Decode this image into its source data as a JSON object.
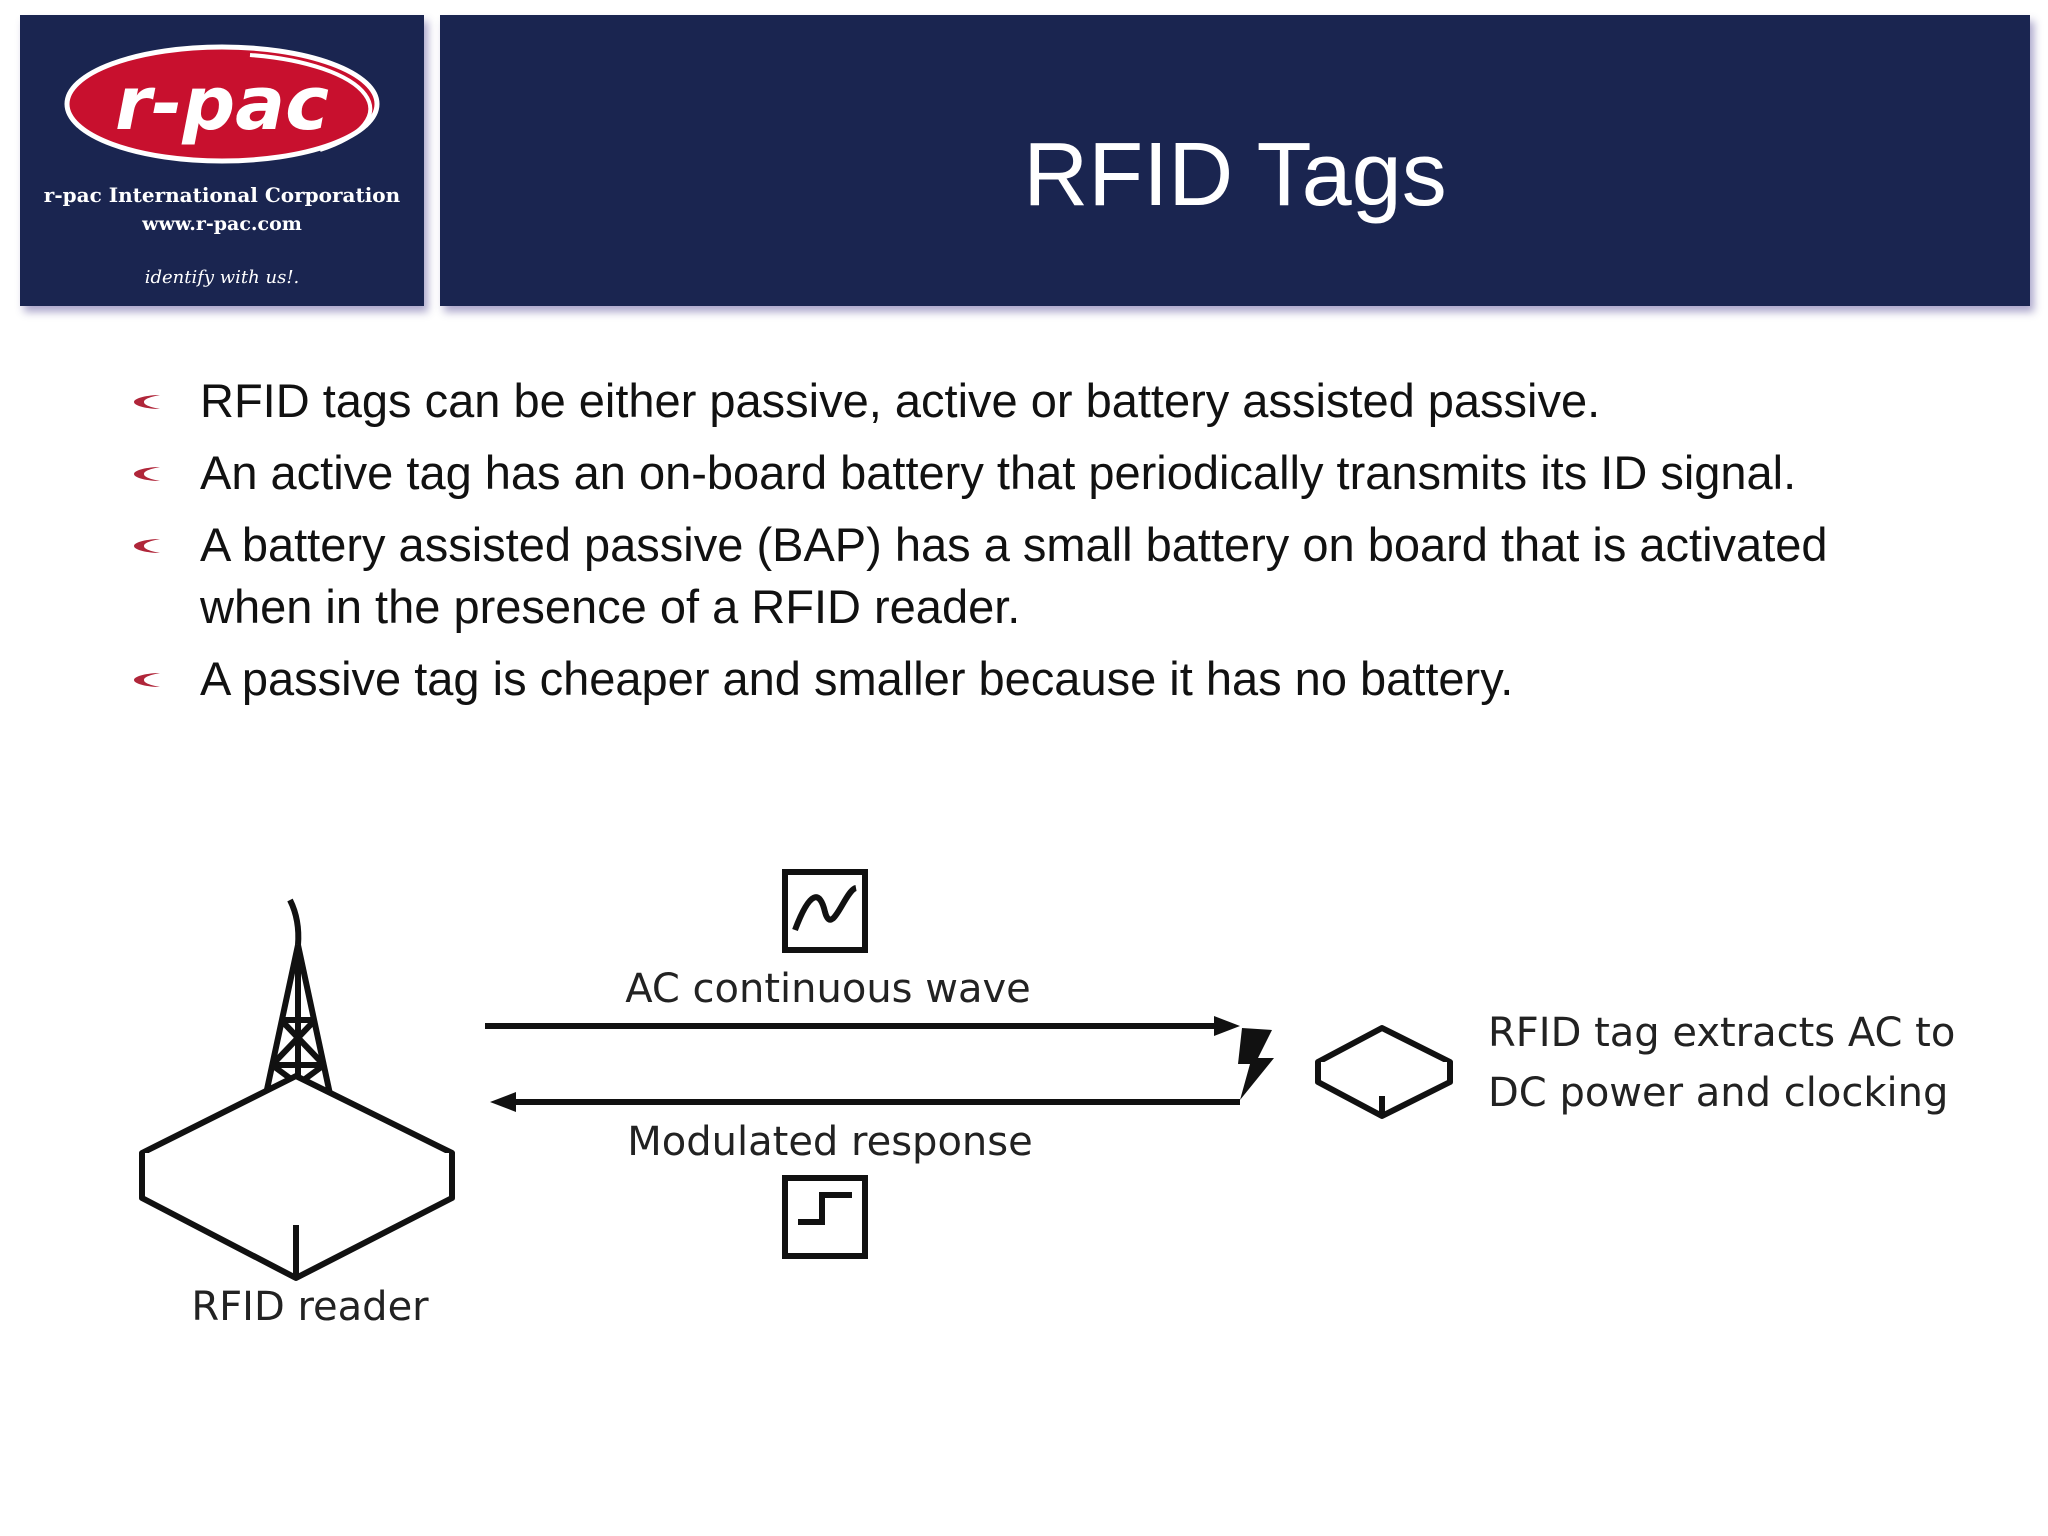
{
  "logo": {
    "brand": "r-pac",
    "company": "r-pac International Corporation",
    "url": "www.r-pac.com",
    "tagline": "identify with us!."
  },
  "title": "RFID Tags",
  "bullets": [
    "RFID tags can be either passive, active or battery assisted passive.",
    "An active tag has an on-board battery that periodically transmits its ID signal.",
    "A battery assisted passive (BAP) has a small battery on board that is activated when in the presence of a RFID reader.",
    "A passive tag is cheaper and smaller because it has no battery."
  ],
  "diagram": {
    "forward_label": "AC continuous wave",
    "return_label": "Modulated response",
    "reader_label": "RFID reader",
    "tag_label_line1": "RFID tag extracts AC to",
    "tag_label_line2": "DC power and clocking"
  },
  "colors": {
    "header_bg": "#1a2550",
    "accent_red": "#c8102e",
    "bullet_red": "#b0263a"
  }
}
